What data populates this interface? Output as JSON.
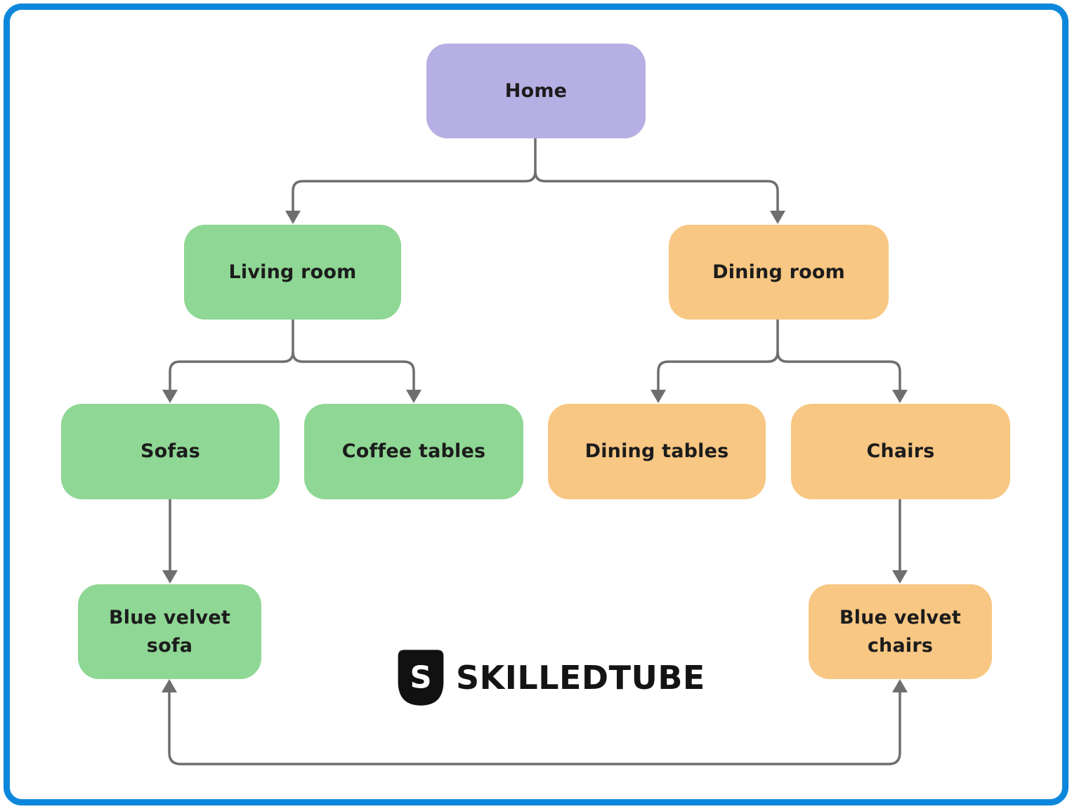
{
  "diagram": {
    "type": "site-structure-tree",
    "nodes": {
      "home": {
        "label": "Home",
        "color": "#b6afe3"
      },
      "living_room": {
        "label": "Living room",
        "color": "#8fd794"
      },
      "dining_room": {
        "label": "Dining room",
        "color": "#f8c783"
      },
      "sofas": {
        "label": "Sofas",
        "color": "#8fd794"
      },
      "coffee_tables": {
        "label": "Coffee tables",
        "color": "#8fd794"
      },
      "dining_tables": {
        "label": "Dining tables",
        "color": "#f8c783"
      },
      "chairs": {
        "label": "Chairs",
        "color": "#f8c783"
      },
      "blue_velvet_sofa": {
        "label": "Blue velvet sofa",
        "color": "#8fd794"
      },
      "blue_velvet_chairs": {
        "label": "Blue velvet chairs",
        "color": "#f8c783"
      }
    },
    "edges": [
      {
        "from": "home",
        "to": "living_room",
        "style": "arrow"
      },
      {
        "from": "home",
        "to": "dining_room",
        "style": "arrow"
      },
      {
        "from": "living_room",
        "to": "sofas",
        "style": "arrow"
      },
      {
        "from": "living_room",
        "to": "coffee_tables",
        "style": "arrow"
      },
      {
        "from": "dining_room",
        "to": "dining_tables",
        "style": "arrow"
      },
      {
        "from": "dining_room",
        "to": "chairs",
        "style": "arrow"
      },
      {
        "from": "sofas",
        "to": "blue_velvet_sofa",
        "style": "arrow"
      },
      {
        "from": "chairs",
        "to": "blue_velvet_chairs",
        "style": "arrow"
      },
      {
        "from": "blue_velvet_sofa",
        "to": "blue_velvet_chairs",
        "style": "bidirectional-bottom-arc"
      }
    ],
    "colors": {
      "connector": "#6e6e6e",
      "frame_border": "#0d87dc",
      "node_text": "#1c1c1c",
      "background": "#ffffff"
    }
  },
  "logo": {
    "icon_letter": "S",
    "wordmark": "SKILLEDTUBE",
    "icon_color": "#111111",
    "text_color": "#141414"
  }
}
